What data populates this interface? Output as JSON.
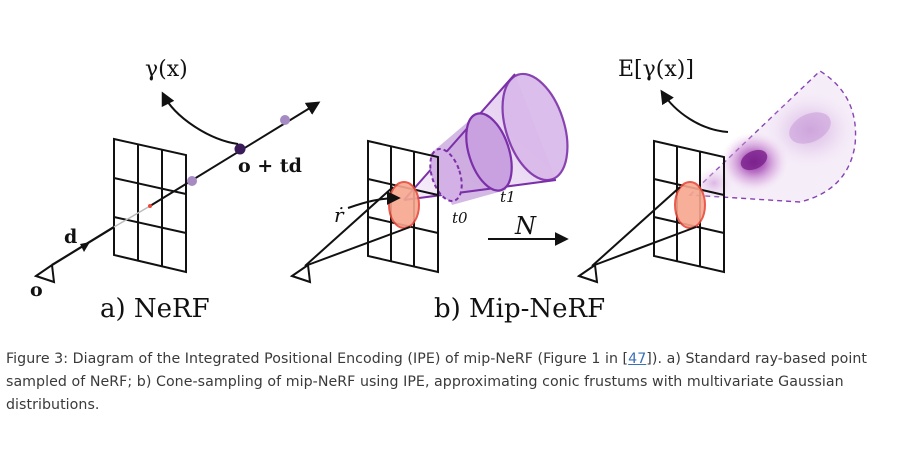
{
  "figure": {
    "panel_a": {
      "label": "a) NeRF",
      "gamma_label": "γ(x)",
      "point_label": "o + td",
      "direction_label": "d",
      "origin_label": "o"
    },
    "panel_b": {
      "label": "b) Mip-NeRF",
      "rdot_label": "ṙ",
      "t0_label": "t0",
      "t1_label": "t1",
      "gaussian_label": "N",
      "expectation_label": "E[γ(x)]"
    }
  },
  "caption": {
    "text_before": "Figure 3: Diagram of the Integrated Positional Encoding (IPE) of mip-NeRF (Figure 1 in [",
    "citation": "47",
    "text_after": "]). a) Standard ray-based point sampled of NeRF; b) Cone-sampling of mip-NeRF using IPE, approximating conic frustums with multivariate Gaussian distributions."
  },
  "colors": {
    "cone_purple": "#7b2fa8",
    "cone_fill": "#d9b8ea",
    "gaussian_purple": "#8a3aa0",
    "pixel_red": "#e84a3a",
    "pixel_fill": "#f7a78f",
    "point_dark": "#3a1c5a",
    "point_light": "#a58bc2",
    "link": "#3b6fb6"
  }
}
